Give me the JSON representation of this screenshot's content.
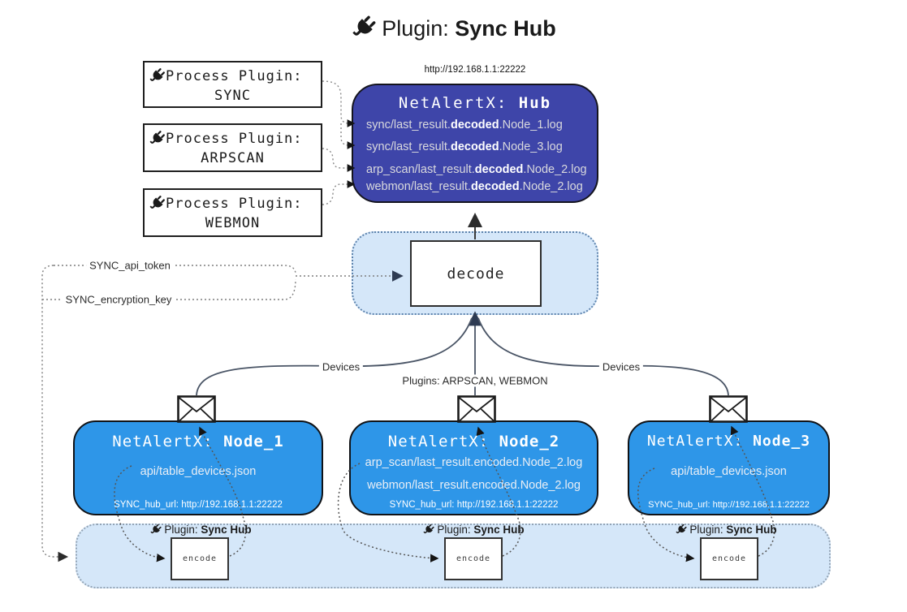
{
  "title": {
    "prefix": "Plugin:",
    "name": "Sync Hub"
  },
  "process_plugins": [
    {
      "label": "Process Plugin:",
      "name": "SYNC"
    },
    {
      "label": "Process Plugin:",
      "name": "ARPSCAN"
    },
    {
      "label": "Process Plugin:",
      "name": "WEBMON"
    }
  ],
  "hub": {
    "url": "http://192.168.1.1:22222",
    "title_prefix": "NetAlertX: ",
    "title_name": "Hub",
    "logs": [
      {
        "pre": "sync/last_result.",
        "bold": "decoded",
        "post": ".Node_1.log"
      },
      {
        "pre": "sync/last_result.",
        "bold": "decoded",
        "post": ".Node_3.log"
      },
      {
        "pre": "arp_scan/last_result.",
        "bold": "decoded",
        "post": ".Node_2.log"
      },
      {
        "pre": "webmon/last_result.",
        "bold": "decoded",
        "post": ".Node_2.log"
      }
    ]
  },
  "decode_label": "decode",
  "settings": {
    "api_token": "SYNC_api_token",
    "encryption_key": "SYNC_encryption_key"
  },
  "edge_labels": {
    "devices_left": "Devices",
    "devices_right": "Devices",
    "plugins_mid": "Plugins: ARPSCAN, WEBMON"
  },
  "nodes": [
    {
      "title_prefix": "NetAlertX: ",
      "title_name": "Node_1",
      "files": [
        "api/table_devices.json"
      ],
      "hub_url": "SYNC_hub_url: http://192.168.1.1:22222"
    },
    {
      "title_prefix": "NetAlertX: ",
      "title_name": "Node_2",
      "files": [
        "arp_scan/last_result.encoded.Node_2.log",
        "webmon/last_result.encoded.Node_2.log"
      ],
      "hub_url": "SYNC_hub_url: http://192.168.1.1:22222"
    },
    {
      "title_prefix": "NetAlertX: ",
      "title_name": "Node_3",
      "files": [
        "api/table_devices.json"
      ],
      "hub_url": "SYNC_hub_url: http://192.168.1.1:22222"
    }
  ],
  "encode_band": {
    "plugin_prefix": "Plugin: ",
    "plugin_name": "Sync Hub",
    "encode_label": "encode"
  },
  "colors": {
    "hub_fill": "#3E45A9",
    "node_fill": "#2E96E8",
    "panel_fill": "#D5E7F9",
    "arrow_dark": "#2e3b52"
  }
}
